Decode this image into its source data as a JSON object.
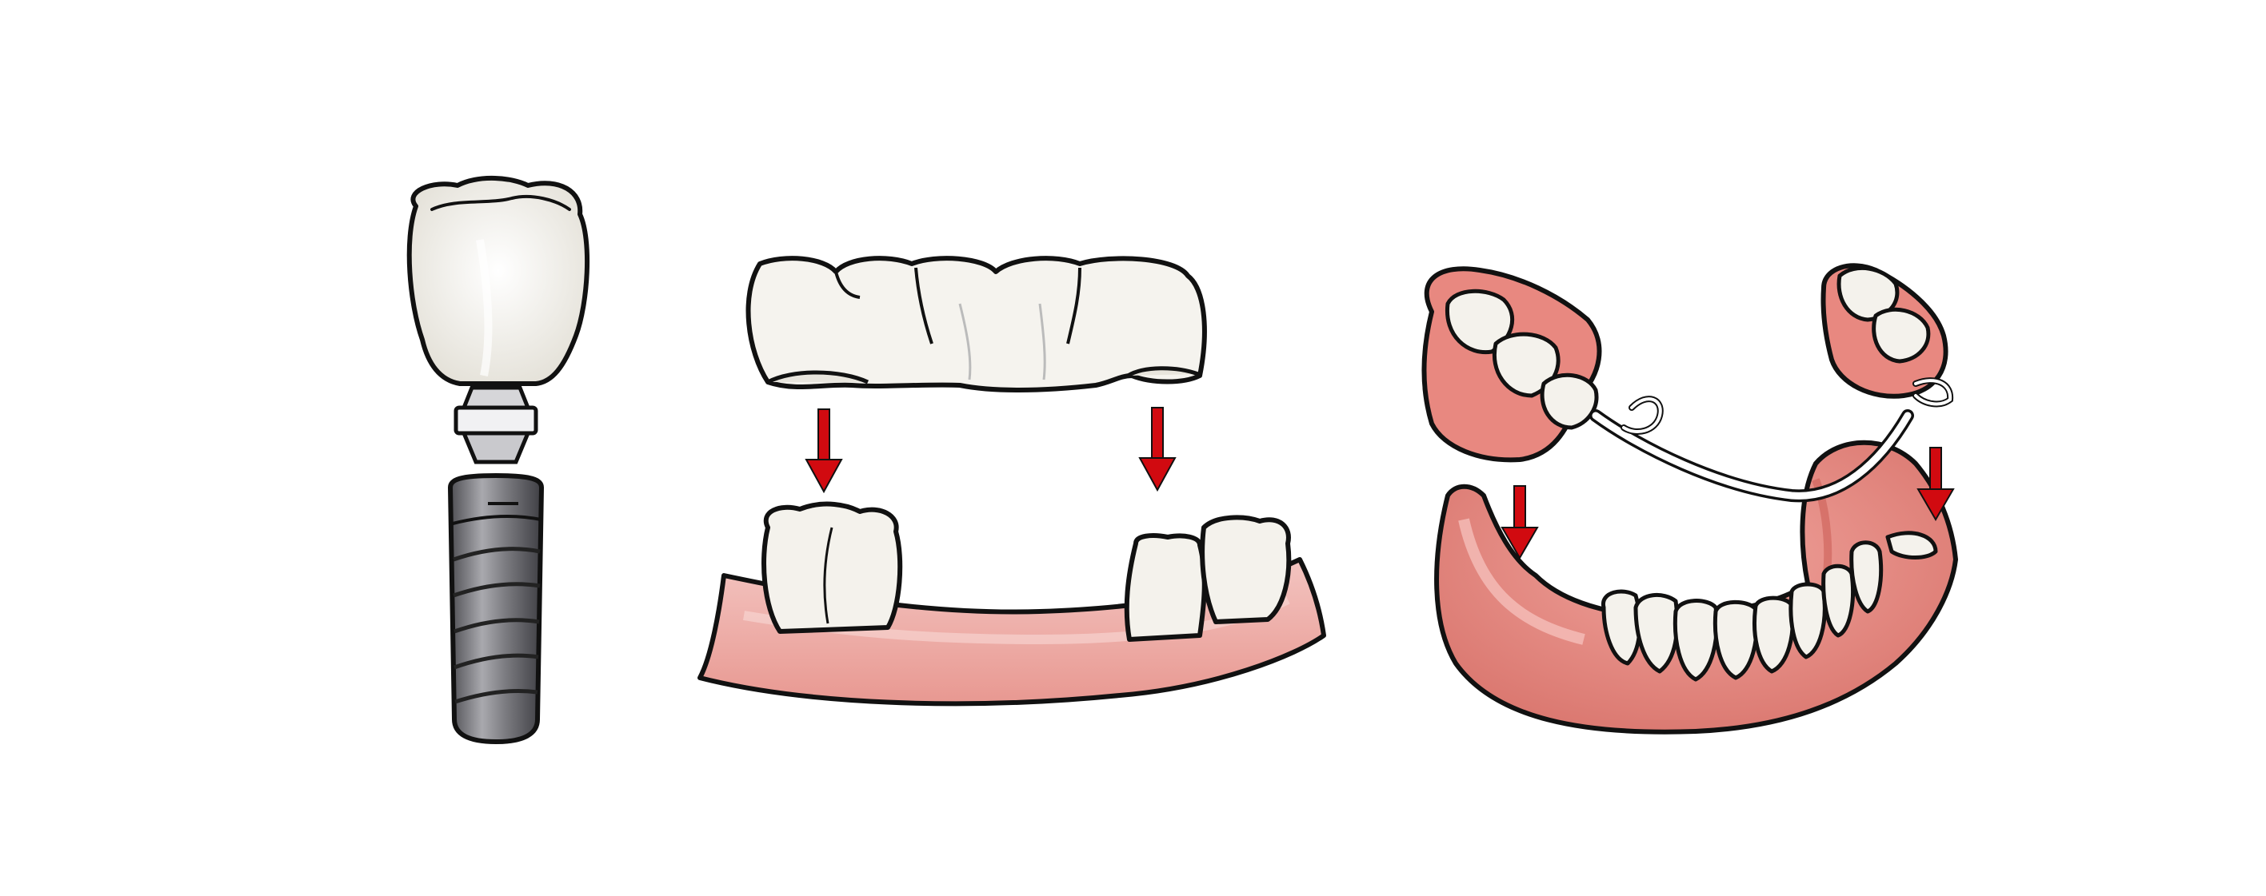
{
  "illustrations": [
    {
      "subject": "dental-implant",
      "parts": [
        "crown",
        "abutment",
        "implant-screw"
      ]
    },
    {
      "subject": "dental-bridge",
      "parts": [
        "bridge",
        "abutment-teeth",
        "gum"
      ]
    },
    {
      "subject": "partial-denture",
      "parts": [
        "denture-base",
        "teeth",
        "connector-wire",
        "clasp"
      ]
    }
  ],
  "colors": {
    "background": "#ffffff",
    "outline": "#111111",
    "tooth": "#f4f2ec",
    "tooth_shade": "#dcd8cf",
    "gum": "#eaa5a0",
    "gum_dark": "#d9756f",
    "gum_light": "#f6cfcb",
    "denture_base": "#e5877f",
    "metal_dark": "#6f6f74",
    "metal_light": "#b8b8bd",
    "arrow": "#d10a10"
  },
  "icons": [
    "arrow-down-icon"
  ]
}
